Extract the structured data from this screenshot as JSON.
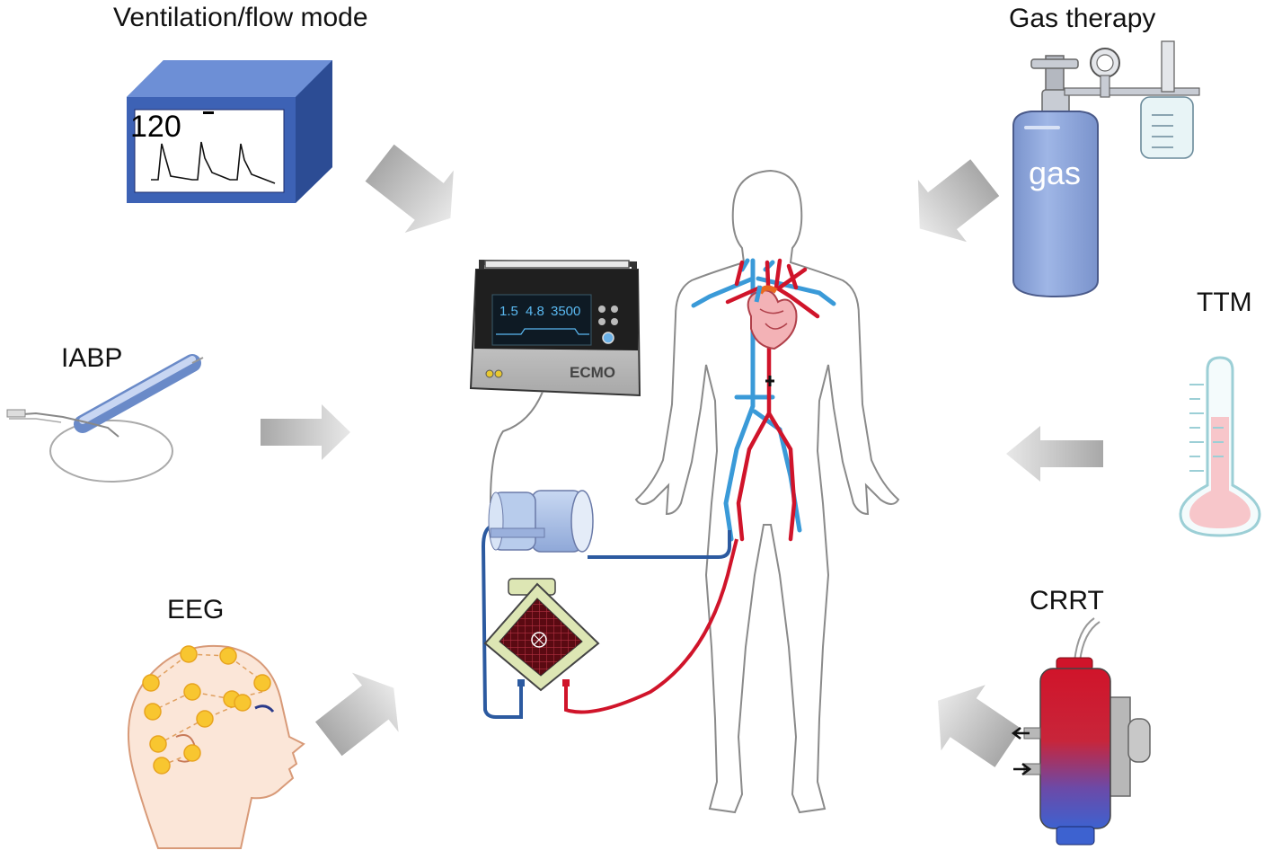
{
  "labels": {
    "ventilation": "Ventilation/flow mode",
    "gas_therapy": "Gas therapy",
    "ttm": "TTM",
    "iabp": "IABP",
    "crrt": "CRRT",
    "eeg": "EEG"
  },
  "ventilator": {
    "monitor_value": "120"
  },
  "gas_cylinder": {
    "text": "gas"
  },
  "ecmo": {
    "brand": "ECMO",
    "readouts": [
      "1.5",
      "4.8",
      "3500"
    ]
  },
  "colors": {
    "arterial": "#d0142a",
    "venous": "#3a9ad8",
    "arrow": "#b8b8b8",
    "monitor_box": "#3d62b5",
    "cylinder": "#8fa8dc"
  }
}
